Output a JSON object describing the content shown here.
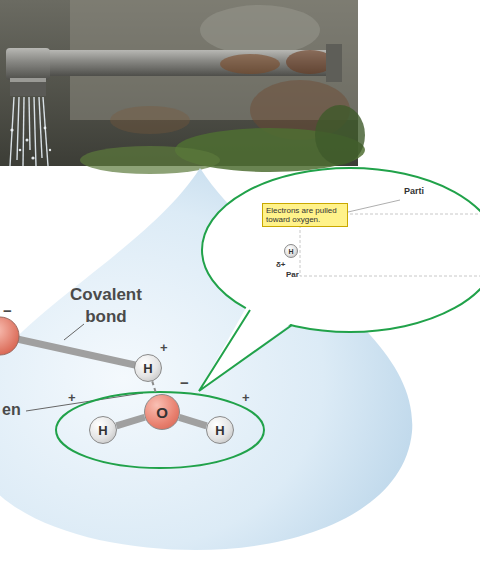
{
  "diagram": {
    "nodes": [
      {
        "text": [
          "H"
        ]
      },
      {
        "text": [
          "O"
        ]
      },
      {
        "text": [
          "H"
        ]
      },
      {
        "text": [
          "H"
        ]
      },
      {
        "text": [
          "Electrons are pulled toward oxygen."
        ]
      },
      {
        "text": [
          "H"
        ]
      }
    ],
    "edges": [
      {
        "from": 0,
        "to": 1,
        "arrow": "none"
      },
      {
        "from": 1,
        "to": 2,
        "arrow": "none"
      },
      {
        "from": 1,
        "to": 3,
        "arrow": "none"
      }
    ],
    "labels": [
      "Covalent bond",
      "en",
      "−",
      "+",
      "−",
      "+",
      "+",
      "Parti",
      "δ+",
      "Par"
    ]
  }
}
